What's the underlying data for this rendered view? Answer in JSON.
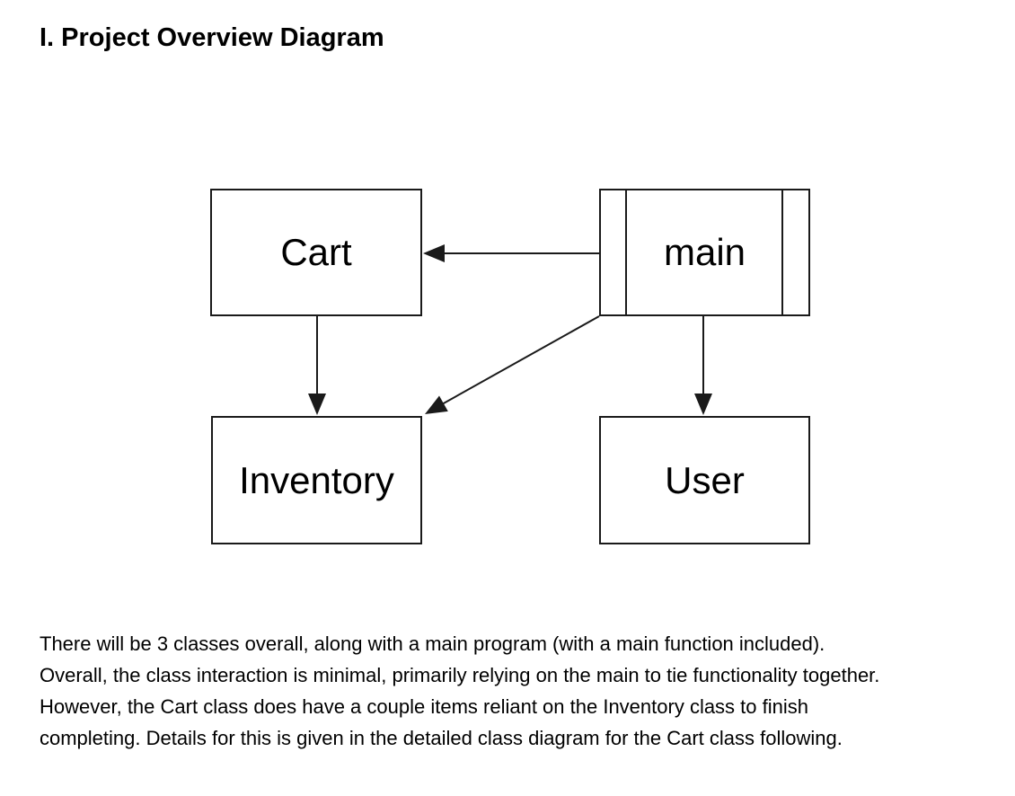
{
  "document": {
    "heading": "I. Project Overview Diagram",
    "paragraph_lines": [
      "There will be 3 classes overall, along with a main program (with a main function included).",
      "Overall, the class interaction is minimal, primarily relying on the main to tie functionality together.",
      "However, the Cart class does have a couple items reliant on the Inventory class to finish",
      "completing. Details for this is given in the detailed class diagram for the Cart class following."
    ]
  },
  "diagram": {
    "nodes": {
      "cart": {
        "label": "Cart",
        "shape": "rectangle"
      },
      "main": {
        "label": "main",
        "shape": "predefined-process"
      },
      "inventory": {
        "label": "Inventory",
        "shape": "rectangle"
      },
      "user": {
        "label": "User",
        "shape": "rectangle"
      }
    },
    "edges": [
      {
        "from": "main",
        "to": "cart",
        "style": "solid-arrow"
      },
      {
        "from": "cart",
        "to": "inventory",
        "style": "solid-arrow"
      },
      {
        "from": "main",
        "to": "inventory",
        "style": "solid-arrow"
      },
      {
        "from": "main",
        "to": "user",
        "style": "solid-arrow"
      }
    ]
  },
  "colors": {
    "background": "#ffffff",
    "stroke": "#1a1a1a",
    "text": "#000000"
  }
}
